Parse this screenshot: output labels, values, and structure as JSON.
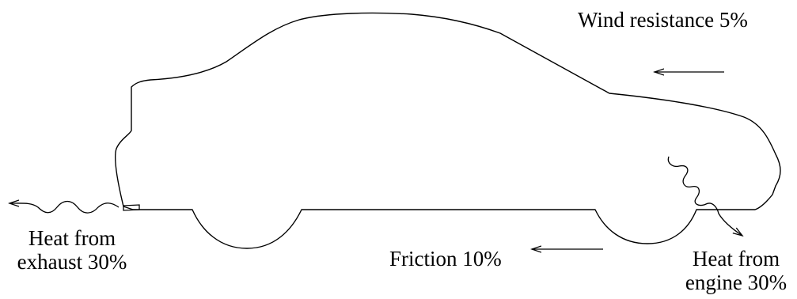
{
  "labels": {
    "wind": "Wind resistance 5%",
    "exhaust_line1": "Heat from",
    "exhaust_line2": "exhaust 30%",
    "friction": "Friction 10%",
    "engine_line1": "Heat from",
    "engine_line2": "engine 30%"
  },
  "colors": {
    "stroke": "#000000",
    "background": "#ffffff"
  }
}
